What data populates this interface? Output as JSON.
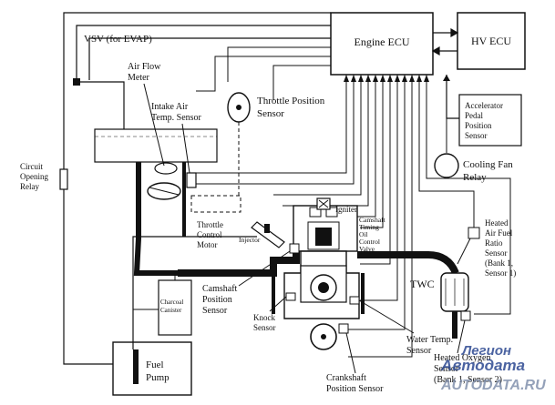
{
  "diagram": {
    "boxes": {
      "engine_ecu": "Engine ECU",
      "hv_ecu": "HV ECU",
      "accelerator": [
        "Accelerator",
        "Pedal",
        "Position",
        "Sensor"
      ],
      "fuel_pump": [
        "Fuel",
        "Pump"
      ],
      "charcoal": [
        "Charcoal",
        "Canister"
      ]
    },
    "labels": {
      "vsv": "VSV (for EVAP)",
      "air_flow": [
        "Air Flow",
        "Meter"
      ],
      "intake_air": [
        "Intake Air",
        "Temp. Sensor"
      ],
      "throttle_pos": [
        "Throttle Position",
        "Sensor"
      ],
      "circuit_relay": [
        "Circuit",
        "Opening",
        "Relay"
      ],
      "cooling_fan": [
        "Cooling Fan",
        "Relay"
      ],
      "igniter": "Igniter",
      "camshaft_valve": [
        "Camshaft",
        "Timing",
        "Oil",
        "Control",
        "Valve"
      ],
      "throttle_motor": [
        "Throttle",
        "Control",
        "Motor"
      ],
      "injector": "Injector",
      "heated_af": [
        "Heated",
        "Air Fuel",
        "Ratio",
        "Sensor",
        "(Bank 1,",
        "Sensor 1)"
      ],
      "camshaft_pos": [
        "Camshaft",
        "Position",
        "Sensor"
      ],
      "twc": "TWC",
      "knock": [
        "Knock",
        "Sensor"
      ],
      "water_temp": [
        "Water Temp.",
        "Sensor"
      ],
      "oxygen": [
        "Heated Oxygen",
        "Sensor",
        "(Bank 1, Sensor 2)"
      ],
      "crankshaft": [
        "Crankshaft",
        "Position Sensor"
      ]
    },
    "watermark": {
      "brand_line1": "Легион",
      "brand_line2": "Автодата",
      "site": "AUTODATA.RU"
    }
  }
}
